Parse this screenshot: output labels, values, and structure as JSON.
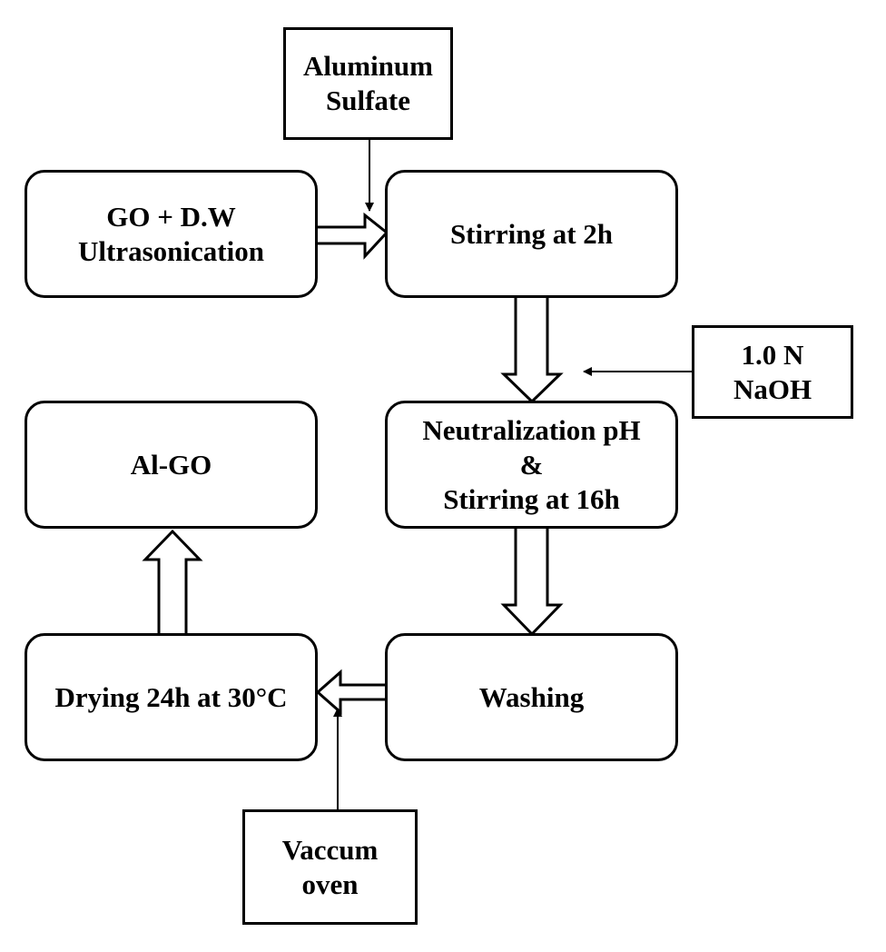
{
  "diagram": {
    "steps": {
      "go_dw": [
        "GO + D.W",
        "Ultrasonication"
      ],
      "stirring": [
        "Stirring at 2h"
      ],
      "neutralization": [
        "Neutralization pH",
        "&",
        "Stirring at 16h"
      ],
      "washing": [
        "Washing"
      ],
      "drying": [
        "Drying 24h at 30°C"
      ],
      "al_go": [
        "Al-GO"
      ]
    },
    "inputs": {
      "aluminum_sulfate": [
        "Aluminum",
        "Sulfate"
      ],
      "naoh": [
        "1.0 N",
        "NaOH"
      ],
      "vacuum_oven": [
        "Vaccum",
        "oven"
      ]
    }
  }
}
